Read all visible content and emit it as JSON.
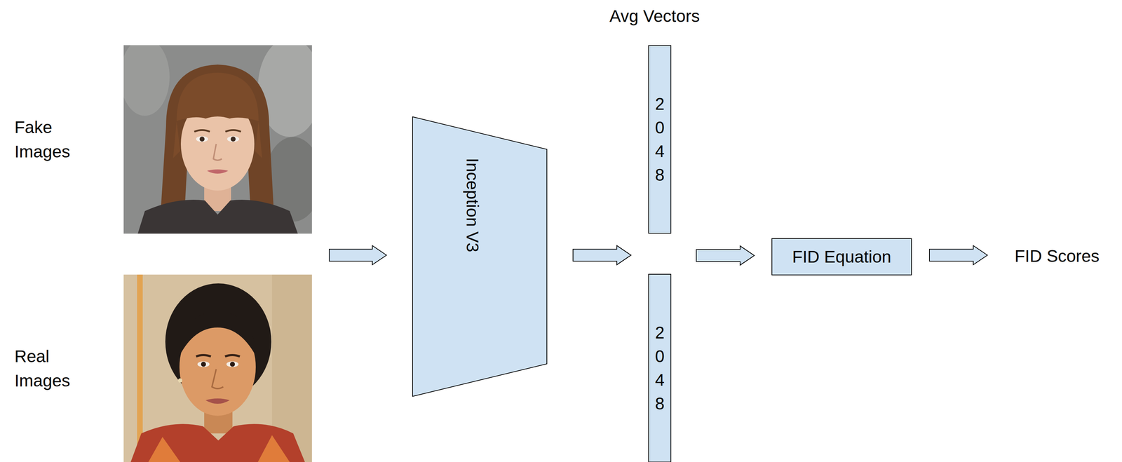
{
  "diagram": {
    "nodes": [
      {
        "text": [
          "Inception V3"
        ]
      },
      {
        "text": [
          "2048"
        ]
      },
      {
        "text": [
          "2048"
        ]
      },
      {
        "text": [
          "FID Equation"
        ]
      }
    ],
    "edges": [
      {
        "from": 0,
        "to": 1,
        "arrow": "to"
      },
      {
        "from": 0,
        "to": 2,
        "arrow": "to"
      },
      {
        "from": 1,
        "to": 3,
        "arrow": "to"
      },
      {
        "from": 2,
        "to": 3,
        "arrow": "to"
      }
    ],
    "labels": [
      "Fake Images",
      "Real Images",
      "Avg Vectors",
      "FID Scores"
    ]
  }
}
